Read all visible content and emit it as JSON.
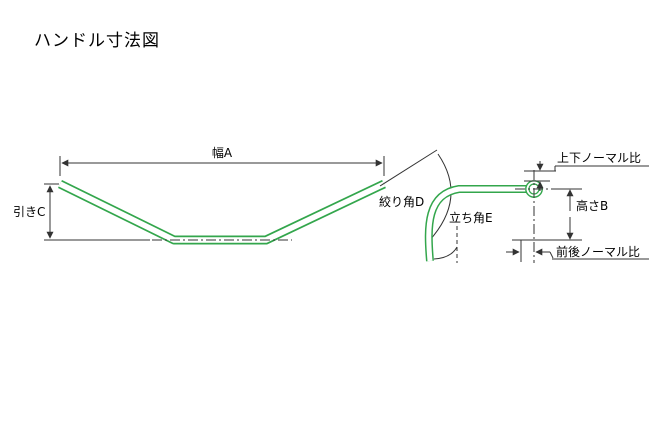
{
  "title": "ハンドル寸法図",
  "diagram": {
    "labels": {
      "width_a": "幅A",
      "pull_c": "引きC",
      "taper_angle_d": "絞り角D",
      "rise_angle_e": "立ち角E",
      "updown_normal": "上下ノーマル比",
      "height_b": "高さB",
      "frontback_normal": "前後ノーマル比"
    },
    "colors": {
      "handlebar": "#33a64c",
      "line": "#333333"
    }
  }
}
